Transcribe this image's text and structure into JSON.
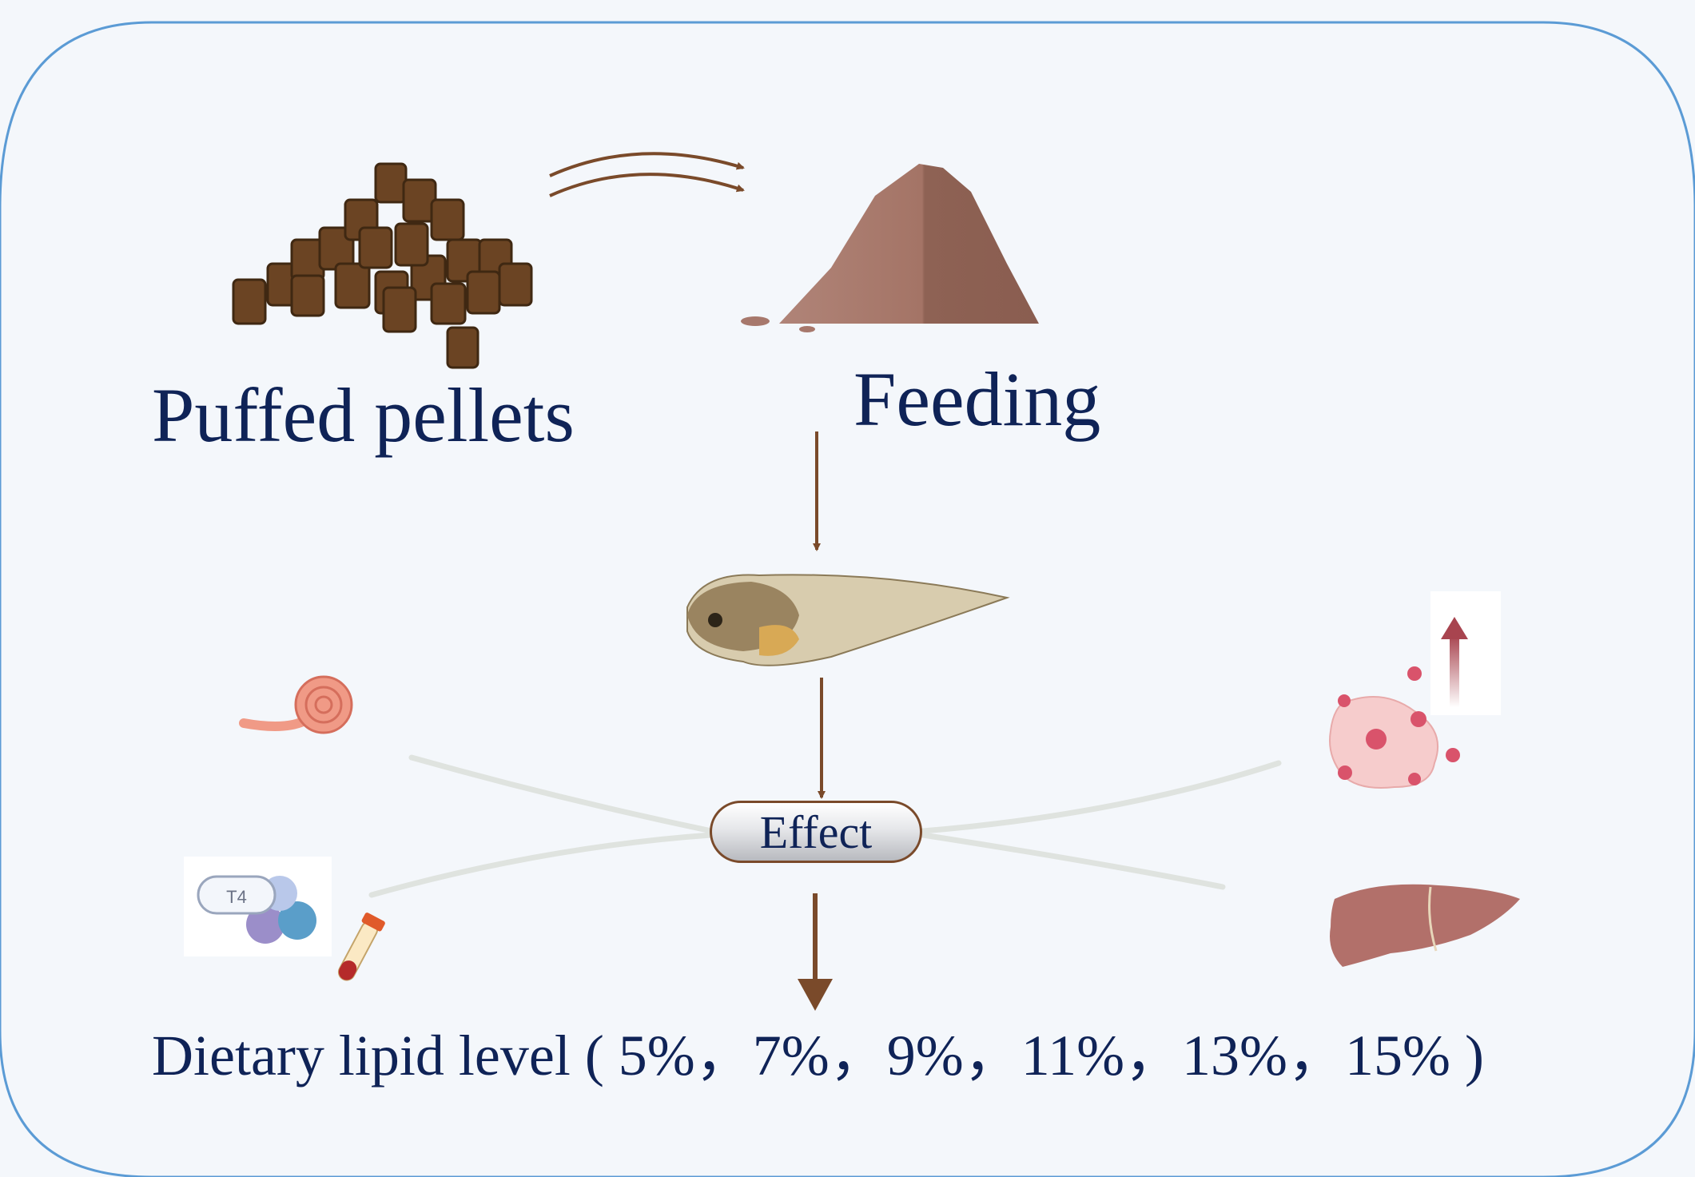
{
  "labels": {
    "pellets": "Puffed pellets",
    "feeding": "Feeding",
    "effect": "Effect",
    "lipid": "Dietary lipid level ( 5%，7%，9%，11%，13%，15% )"
  },
  "icons": {
    "t4": "T4"
  },
  "colors": {
    "frame_border": "#5b9bd5",
    "background": "#f4f7fb",
    "text": "#0f2357",
    "arrow": "#7a4a2a",
    "pellet": "#6b4423",
    "powder": "#a7786c",
    "liver": "#b2706a",
    "intestine": "#f09a86",
    "up_arrow": "#a8444f"
  }
}
